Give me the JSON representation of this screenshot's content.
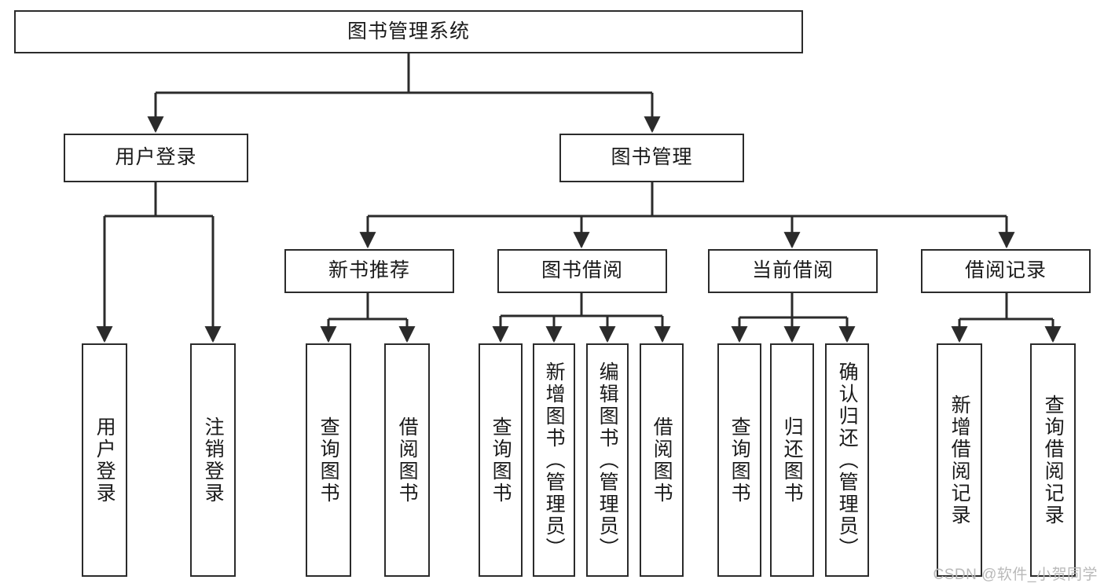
{
  "diagram": {
    "title": "图书管理系统",
    "type": "hierarchy-tree",
    "root": {
      "id": "root",
      "label": "图书管理系统"
    },
    "level2": [
      {
        "id": "user-login",
        "label": "用户登录"
      },
      {
        "id": "book-manage",
        "label": "图书管理"
      }
    ],
    "level3": [
      {
        "id": "new-book-rec",
        "label": "新书推荐",
        "parent": "book-manage"
      },
      {
        "id": "book-borrow",
        "label": "图书借阅",
        "parent": "book-manage"
      },
      {
        "id": "current-borrow",
        "label": "当前借阅",
        "parent": "book-manage"
      },
      {
        "id": "borrow-record",
        "label": "借阅记录",
        "parent": "book-manage"
      }
    ],
    "leaves": [
      {
        "id": "leaf-user-login",
        "label": "用户登录",
        "parent": "user-login"
      },
      {
        "id": "leaf-logout-login",
        "label": "注销登录",
        "parent": "user-login"
      },
      {
        "id": "leaf-query-book-1",
        "label": "查询图书",
        "parent": "new-book-rec"
      },
      {
        "id": "leaf-borrow-book-1",
        "label": "借阅图书",
        "parent": "new-book-rec"
      },
      {
        "id": "leaf-query-book-2",
        "label": "查询图书",
        "parent": "book-borrow"
      },
      {
        "id": "leaf-add-book",
        "label": "新增图书（管理员）",
        "parent": "book-borrow"
      },
      {
        "id": "leaf-edit-book",
        "label": "编辑图书（管理员）",
        "parent": "book-borrow"
      },
      {
        "id": "leaf-borrow-book-2",
        "label": "借阅图书",
        "parent": "book-borrow"
      },
      {
        "id": "leaf-query-book-3",
        "label": "查询图书",
        "parent": "current-borrow"
      },
      {
        "id": "leaf-return-book",
        "label": "归还图书",
        "parent": "current-borrow"
      },
      {
        "id": "leaf-confirm-return",
        "label": "确认归还（管理员）",
        "parent": "current-borrow"
      },
      {
        "id": "leaf-add-record",
        "label": "新增借阅记录",
        "parent": "borrow-record"
      },
      {
        "id": "leaf-query-record",
        "label": "查询借阅记录",
        "parent": "borrow-record"
      }
    ],
    "watermark": "CSDN @软件_小贺同学",
    "colors": {
      "stroke": "#2b2b2b",
      "background": "#ffffff",
      "text": "#1a1a1a",
      "watermark": "#b9b9b9"
    }
  }
}
